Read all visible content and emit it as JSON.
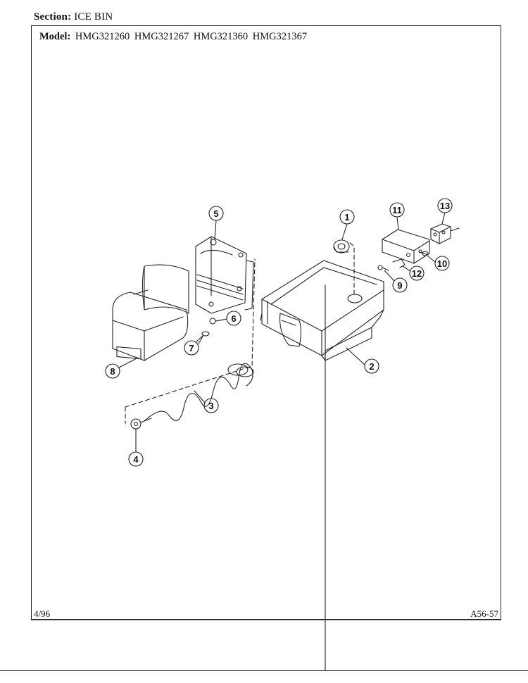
{
  "header": {
    "section_label": "Section:",
    "section_value": "ICE BIN",
    "model_label": "Model:",
    "models": "HMG321260 HMG321267 HMG321360 HMG321367"
  },
  "footer": {
    "date": "4/96",
    "page_code": "A56-57"
  },
  "callouts": {
    "c1": "1",
    "c2": "2",
    "c3": "3",
    "c4": "4",
    "c5": "5",
    "c6": "6",
    "c7": "7",
    "c8": "8",
    "c9": "9",
    "c10": "10",
    "c11": "11",
    "c12": "12",
    "c13": "13"
  }
}
